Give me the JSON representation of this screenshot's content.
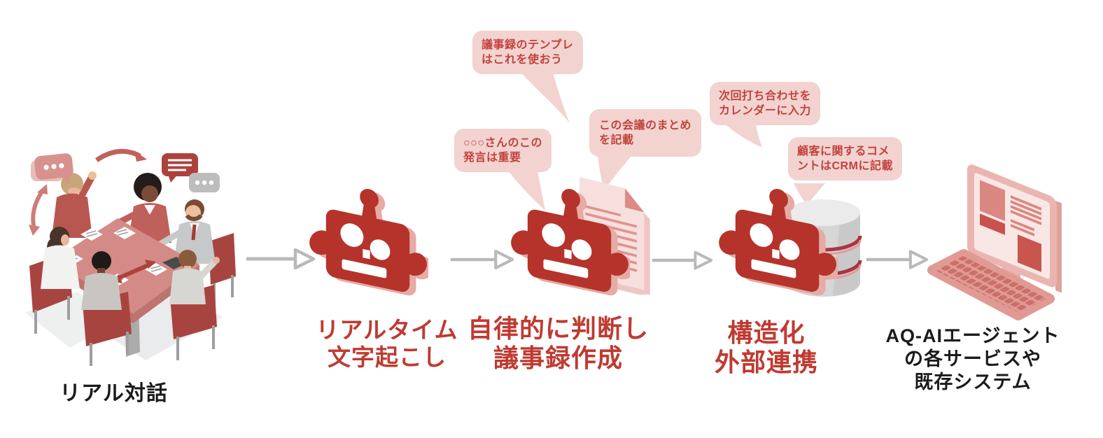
{
  "diagram": {
    "stages": [
      {
        "id": "real-dialogue",
        "label1": "リアル対話"
      },
      {
        "id": "realtime-transcription",
        "label1": "リアルタイム",
        "label2": "文字起こし"
      },
      {
        "id": "autonomous-minutes",
        "label1": "自律的に判断し",
        "label2": "議事録作成"
      },
      {
        "id": "structuring-integration",
        "label1": "構造化",
        "label2": "外部連携"
      },
      {
        "id": "aq-ai-services",
        "label1": "AQ-AIエージェント",
        "label2": "の各サービスや",
        "label3": "既存システム"
      }
    ],
    "bubbles": [
      {
        "line1": "議事録のテンプレ",
        "line2": "はこれを使おう"
      },
      {
        "line1": "○○○さんのこの",
        "line2": "発言は重要"
      },
      {
        "line1": "この会議のまとめ",
        "line2": "を記載"
      },
      {
        "line1": "次回打ち合わせを",
        "line2": "カレンダーに入力"
      },
      {
        "line1": "顧客に関するコメ",
        "line2": "ントはCRMに記載"
      }
    ],
    "icons": [
      {
        "name": "meeting-people-icon"
      },
      {
        "name": "robot-head-icon"
      },
      {
        "name": "robot-document-icon"
      },
      {
        "name": "robot-database-icon"
      },
      {
        "name": "desktop-computer-icon"
      },
      {
        "name": "flow-arrow-icon"
      }
    ],
    "colors": {
      "accent_red": "#b5332b",
      "accent_red_light": "#e6aba4",
      "bubble_bg": "#f2d3d0",
      "bubble_text": "#c2423c",
      "label_red": "#bf3a31",
      "label_black": "#1b1b1b",
      "arrow_gray": "#b9b9b9",
      "paper_pink": "#f6dfdd",
      "database_gray": "#d6d6d6",
      "computer_pink": "#eab5b1"
    }
  }
}
